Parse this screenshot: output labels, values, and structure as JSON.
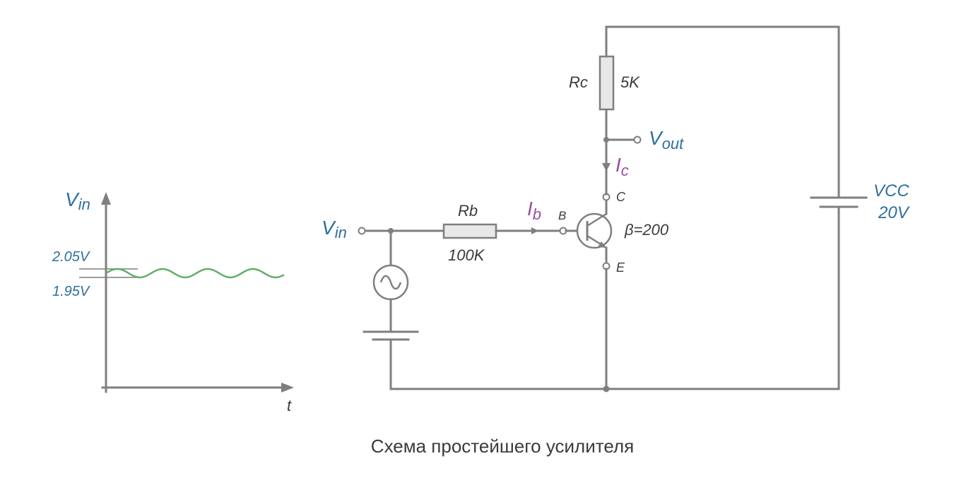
{
  "graph": {
    "y_label_main": "V",
    "y_label_sub": "in",
    "x_label": "t",
    "level_high": "2.05V",
    "level_low": "1.95V"
  },
  "circuit": {
    "vin_main": "V",
    "vin_sub": "in",
    "rb_name": "Rb",
    "rb_value": "100K",
    "ib_main": "I",
    "ib_sub": "b",
    "base_pin": "B",
    "collector_pin": "C",
    "emitter_pin": "E",
    "beta": "β=200",
    "rc_name": "Rc",
    "rc_value": "5K",
    "vout_main": "V",
    "vout_sub": "out",
    "ic_main": "I",
    "ic_sub": "c",
    "vcc_name": "VCC",
    "vcc_value": "20V"
  },
  "caption": "Схема простейшего усилителя",
  "colors": {
    "wire": "#7f7f7f",
    "label_blue": "#2e6f9e",
    "current_purple": "#9b4aa3",
    "signal_green": "#5fae6a"
  }
}
